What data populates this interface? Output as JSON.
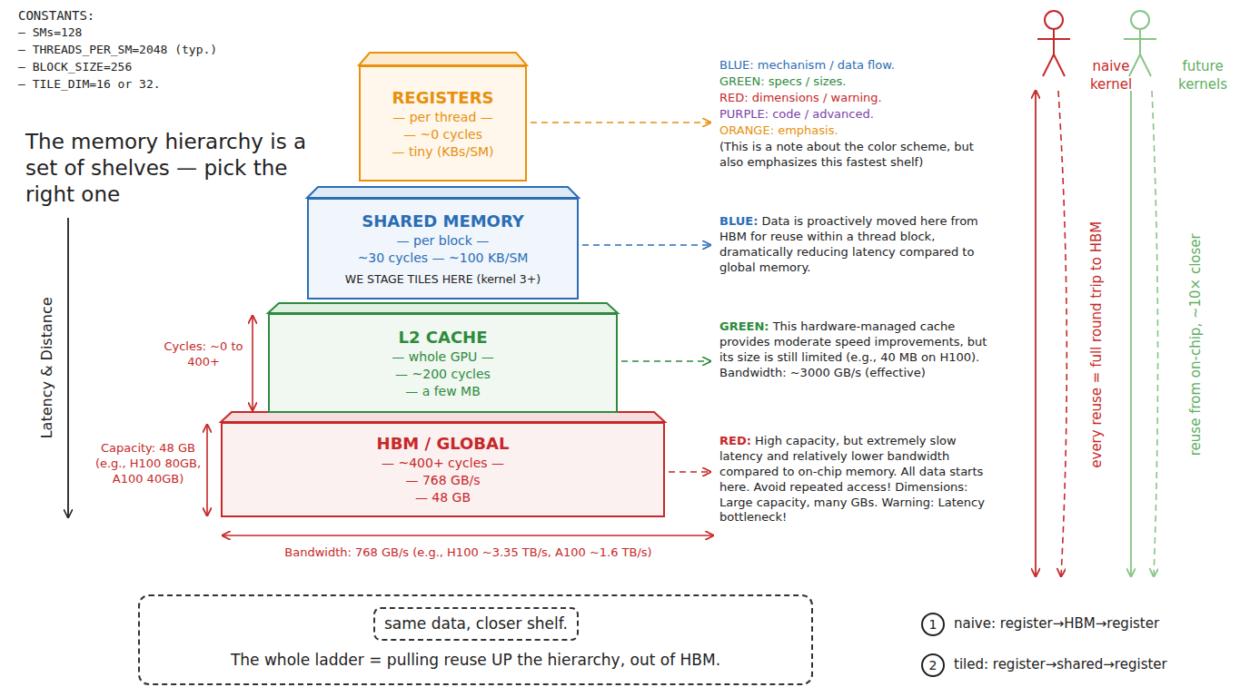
{
  "diagram": {
    "title": "The memory hierarchy is a set of shelves — pick the right one",
    "nodes": [
      {
        "text": [
          "REGISTERS",
          "— per thread —",
          "— ~0 cycles",
          "— tiny (KBs/SM)"
        ]
      },
      {
        "text": [
          "SHARED MEMORY",
          "— per block —",
          "~30 cycles — ~100 KB/SM",
          "WE STAGE TILES HERE (kernel 3+)"
        ]
      },
      {
        "text": [
          "L2 CACHE",
          "— whole GPU —",
          "— ~200 cycles",
          "— a few MB"
        ]
      },
      {
        "text": [
          "HBM / GLOBAL",
          "— ~400+ cycles —",
          "— 768 GB/s",
          "— 48 GB"
        ]
      },
      {
        "text": [
          "The whole ladder = pulling reuse UP the hierarchy, out of HBM."
        ]
      },
      {
        "text": [
          "same data, closer shelf."
        ],
        "in": 4
      },
      {
        "text": [
          "1"
        ]
      },
      {
        "text": [
          "2"
        ]
      }
    ],
    "labels": [
      "CONSTANTS:",
      "— SMs=128",
      "— THREADS_PER_SM=2048 (typ.)",
      "— BLOCK_SIZE=256",
      "— TILE_DIM=16 or 32.",
      "Latency & Distance",
      "Cycles: ~0 to 400+",
      "Capacity: 48 GB (e.g., H100 80GB, A100 40GB)",
      "Bandwidth: 768 GB/s (e.g., H100 ~3.35 TB/s, A100 ~1.6 TB/s)",
      "BLUE: mechanism / data flow.",
      "GREEN: specs / sizes.",
      "RED: dimensions / warning.",
      "PURPLE: code / advanced.",
      "ORANGE: emphasis.",
      "(This is a note about the color scheme, but also emphasizes this fastest shelf)",
      "BLUE: Data is proactively moved here from HBM for reuse within a thread block, dramatically reducing latency compared to global memory.",
      "GREEN: This hardware-managed cache provides moderate speed improvements, but its size is still limited (e.g., 40 MB on H100). Bandwidth: ~3000 GB/s (effective)",
      "RED: High capacity, but extremely slow latency and relatively lower bandwidth compared to on-chip memory. All data starts here. Avoid repeated access! Dimensions: Large capacity, many GBs. Warning: Latency bottleneck!",
      "naive kernel",
      "future kernels",
      "every reuse = full round trip to HBM",
      "reuse from on-chip, ~10× closer",
      "naive: register→HBM→register",
      "tiled: register→shared→register"
    ]
  }
}
